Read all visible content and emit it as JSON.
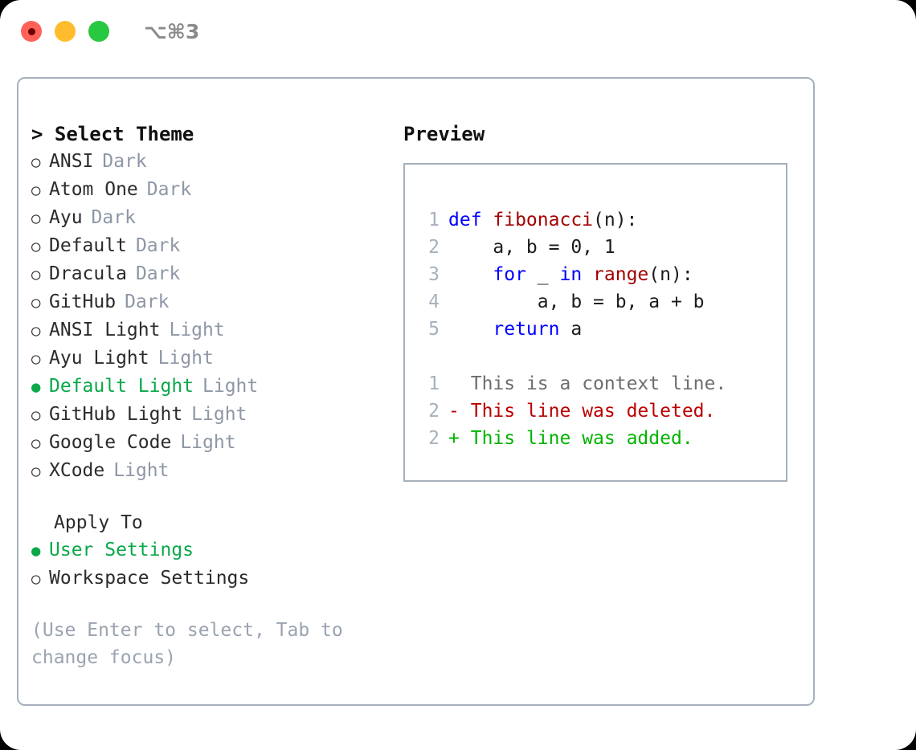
{
  "titlebar": {
    "shortcut": "⌥⌘3",
    "buttons": [
      {
        "name": "close",
        "color": "#ff6159"
      },
      {
        "name": "minimize",
        "color": "#ffbd2e"
      },
      {
        "name": "maximize",
        "color": "#28c840"
      }
    ]
  },
  "colors": {
    "selected_green": "#0aa84a",
    "tag_gray": "#8e97a6",
    "border": "#a7b0bd",
    "keyword_blue": "#0000ff",
    "function_red": "#a30000",
    "diff_add_green": "#00b300",
    "diff_del_red": "#bb0000",
    "diff_ctx_gray": "#6d6d6d",
    "lineno_gray": "#a7b0bd",
    "hint_gray": "#9aa3b0"
  },
  "theme_picker": {
    "heading": "> Select Theme",
    "items": [
      {
        "label": "ANSI",
        "tag": "Dark",
        "selected": false,
        "bullet": "○"
      },
      {
        "label": "Atom One",
        "tag": "Dark",
        "selected": false,
        "bullet": "○"
      },
      {
        "label": "Ayu",
        "tag": "Dark",
        "selected": false,
        "bullet": "○"
      },
      {
        "label": "Default",
        "tag": "Dark",
        "selected": false,
        "bullet": "○"
      },
      {
        "label": "Dracula",
        "tag": "Dark",
        "selected": false,
        "bullet": "○"
      },
      {
        "label": "GitHub",
        "tag": "Dark",
        "selected": false,
        "bullet": "○"
      },
      {
        "label": "ANSI Light",
        "tag": "Light",
        "selected": false,
        "bullet": "○"
      },
      {
        "label": "Ayu Light",
        "tag": "Light",
        "selected": false,
        "bullet": "○"
      },
      {
        "label": "Default Light",
        "tag": "Light",
        "selected": true,
        "bullet": "●"
      },
      {
        "label": "GitHub Light",
        "tag": "Light",
        "selected": false,
        "bullet": "○"
      },
      {
        "label": "Google Code",
        "tag": "Light",
        "selected": false,
        "bullet": "○"
      },
      {
        "label": "XCode",
        "tag": "Light",
        "selected": false,
        "bullet": "○"
      }
    ]
  },
  "apply_to": {
    "heading": "Apply To",
    "items": [
      {
        "label": "User Settings",
        "selected": true,
        "bullet": "●"
      },
      {
        "label": "Workspace Settings",
        "selected": false,
        "bullet": "○"
      }
    ]
  },
  "hint": "(Use Enter to select, Tab to change focus)",
  "preview": {
    "heading": "Preview",
    "code_lines": [
      {
        "lineno": "1",
        "tokens": [
          {
            "text": "def ",
            "type": "kw"
          },
          {
            "text": "fibonacci",
            "type": "fn"
          },
          {
            "text": "(n):",
            "type": "plain"
          }
        ]
      },
      {
        "lineno": "2",
        "tokens": [
          {
            "text": "    a, b = 0, 1",
            "type": "plain"
          }
        ]
      },
      {
        "lineno": "3",
        "tokens": [
          {
            "text": "    ",
            "type": "plain"
          },
          {
            "text": "for",
            "type": "kw"
          },
          {
            "text": " _ ",
            "type": "plain"
          },
          {
            "text": "in",
            "type": "kw"
          },
          {
            "text": " ",
            "type": "plain"
          },
          {
            "text": "range",
            "type": "fn"
          },
          {
            "text": "(n):",
            "type": "plain"
          }
        ]
      },
      {
        "lineno": "4",
        "tokens": [
          {
            "text": "        a, b = b, a + b",
            "type": "plain"
          }
        ]
      },
      {
        "lineno": "5",
        "tokens": [
          {
            "text": "    ",
            "type": "plain"
          },
          {
            "text": "return",
            "type": "kw"
          },
          {
            "text": " a",
            "type": "plain"
          }
        ]
      }
    ],
    "diff_lines": [
      {
        "lineno": "1",
        "marker": " ",
        "text": "This is a context line.",
        "kind": "ctx"
      },
      {
        "lineno": "2",
        "marker": "-",
        "text": "This line was deleted.",
        "kind": "del"
      },
      {
        "lineno": "2",
        "marker": "+",
        "text": "This line was added.",
        "kind": "add"
      }
    ]
  }
}
